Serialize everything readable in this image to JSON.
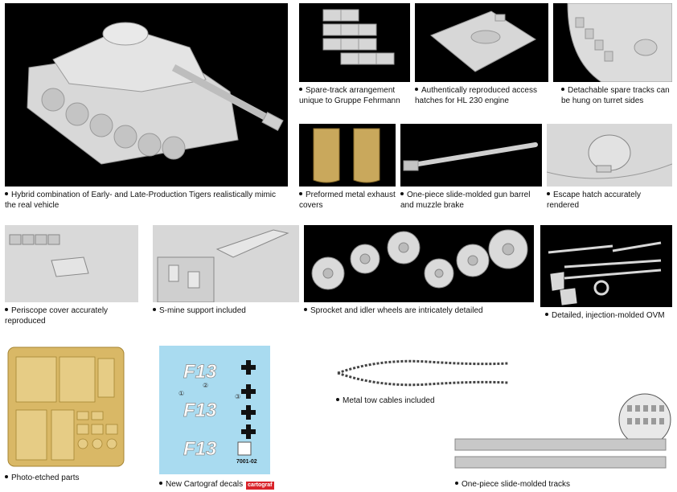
{
  "captions": {
    "tank": "Hybrid combination of Early- and Late-Production Tigers realistically mimic the real vehicle",
    "spare_track": "Spare-track arrangement unique to Gruppe Fehrmann",
    "hatches": "Authentically reproduced access hatches for HL 230 engine",
    "detachable_tracks": "Detachable spare tracks can be hung on turret sides",
    "exhaust": "Preformed metal exhaust covers",
    "gun_barrel": "One-piece slide-molded gun barrel and muzzle brake",
    "escape_hatch": "Escape hatch accurately rendered",
    "periscope": "Periscope cover accurately reproduced",
    "smine": "S-mine support included",
    "sprocket": "Sprocket and idler wheels are intricately detailed",
    "ovm": "Detailed, injection-molded OVM",
    "photo_etched": "Photo-etched parts",
    "decals": "New Cartograf decals",
    "tow_cables": "Metal tow cables included",
    "tracks": "One-piece slide-molded tracks"
  },
  "decal_sheet": {
    "marking": "F13",
    "circles": [
      "①",
      "②",
      "③"
    ],
    "code": "7001-02",
    "brand": "cartograf"
  },
  "colors": {
    "panel_bg": "#000000",
    "model_grey": "#d9d9d9",
    "brass": "#d9b866",
    "decal_bg": "#a9dbf0",
    "cartograf_red": "#d9232a"
  }
}
